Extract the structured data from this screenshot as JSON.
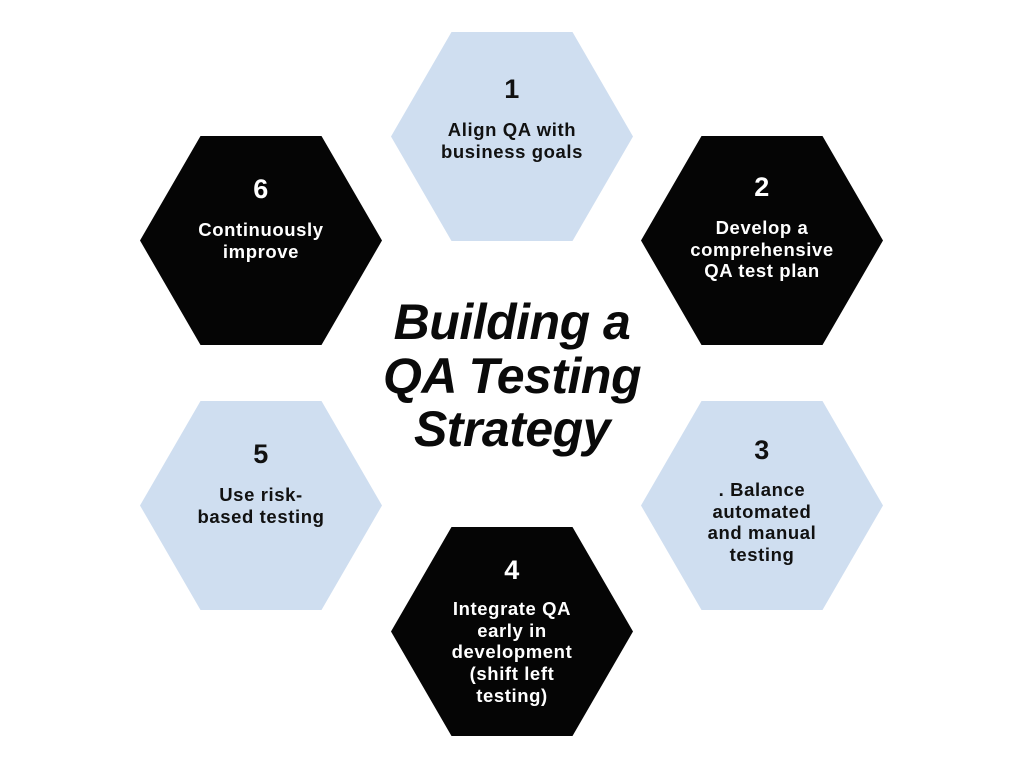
{
  "infographic": {
    "title": "Building a\nQA Testing\nStrategy",
    "background_color": "#ffffff",
    "accent_light": "#cfdef0",
    "accent_dark": "#050505",
    "steps": [
      {
        "number": "1",
        "text": "Align QA with\nbusiness goals",
        "style": "light"
      },
      {
        "number": "2",
        "text": "Develop a\ncomprehensive\nQA test plan",
        "style": "dark"
      },
      {
        "number": "3",
        "text": ". Balance\nautomated\nand manual\ntesting",
        "style": "light"
      },
      {
        "number": "4",
        "text": "Integrate QA\nearly in\ndevelopment\n(shift left\ntesting)",
        "style": "dark"
      },
      {
        "number": "5",
        "text": "Use risk-\nbased testing",
        "style": "light"
      },
      {
        "number": "6",
        "text": "Continuously\nimprove",
        "style": "dark"
      }
    ]
  }
}
